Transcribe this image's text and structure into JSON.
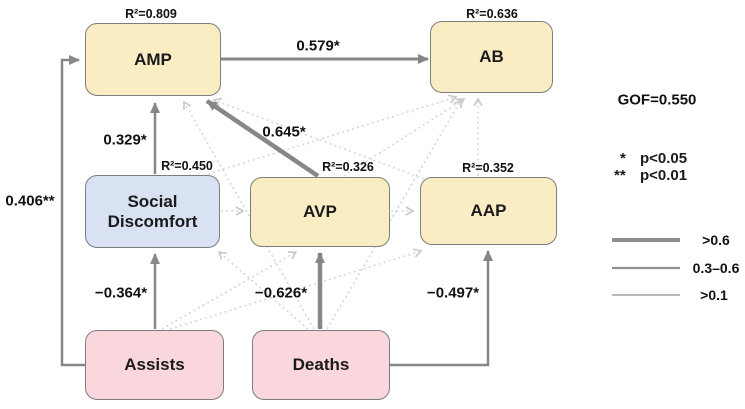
{
  "diagram_type": "structural-path-model",
  "nodes": {
    "amp": {
      "label": "AMP",
      "r2": "R²=0.809"
    },
    "ab": {
      "label": "AB",
      "r2": "R²=0.636"
    },
    "sd": {
      "label": "Social Discomfort",
      "r2": "R²=0.450"
    },
    "avp": {
      "label": "AVP",
      "r2": "R²=0.326"
    },
    "aap": {
      "label": "AAP",
      "r2": "R²=0.352"
    },
    "assists": {
      "label": "Assists"
    },
    "deaths": {
      "label": "Deaths"
    }
  },
  "paths": {
    "amp_ab": {
      "from": "AMP",
      "to": "AB",
      "coef": "0.579*",
      "style": "solid-medium"
    },
    "sd_amp": {
      "from": "Social Discomfort",
      "to": "AMP",
      "coef": "0.329*",
      "style": "solid-medium"
    },
    "avp_amp": {
      "from": "AVP",
      "to": "AMP",
      "coef": "0.645*",
      "style": "solid-thick"
    },
    "assists_amp": {
      "from": "Assists",
      "to": "AMP",
      "coef": "0.406**",
      "style": "solid-medium"
    },
    "assists_sd": {
      "from": "Assists",
      "to": "Social Discomfort",
      "coef": "−0.364*",
      "style": "solid-medium"
    },
    "deaths_avp": {
      "from": "Deaths",
      "to": "AVP",
      "coef": "−0.626*",
      "style": "solid-thick"
    },
    "deaths_aap": {
      "from": "Deaths",
      "to": "AAP",
      "coef": "−0.497*",
      "style": "solid-medium"
    }
  },
  "dotted_paths": [
    {
      "from": "Social Discomfort",
      "to": "AVP"
    },
    {
      "from": "AVP",
      "to": "AAP"
    },
    {
      "from": "Social Discomfort",
      "to": "AB"
    },
    {
      "from": "AVP",
      "to": "AB"
    },
    {
      "from": "AAP",
      "to": "AB"
    },
    {
      "from": "AAP",
      "to": "AMP"
    },
    {
      "from": "Deaths",
      "to": "AMP"
    },
    {
      "from": "Deaths",
      "to": "Social Discomfort"
    },
    {
      "from": "Deaths",
      "to": "AB"
    },
    {
      "from": "Assists",
      "to": "AVP"
    },
    {
      "from": "Assists",
      "to": "AAP"
    }
  ],
  "legend": {
    "gof": "GOF=0.550",
    "significance": [
      {
        "marker": "*",
        "text": "p<0.05"
      },
      {
        "marker": "**",
        "text": "p<0.01"
      }
    ],
    "line_weights": [
      {
        "label": ">0.6"
      },
      {
        "label": "0.3–0.6"
      },
      {
        "label": ">0.1"
      }
    ]
  },
  "colors": {
    "node_yellow": "#faedc4",
    "node_blue": "#d9e2f3",
    "node_pink": "#f9d7dc",
    "border_gray": "#7d7d7d",
    "arrow_gray": "#878787",
    "dotted_gray": "#d6d6d6"
  }
}
